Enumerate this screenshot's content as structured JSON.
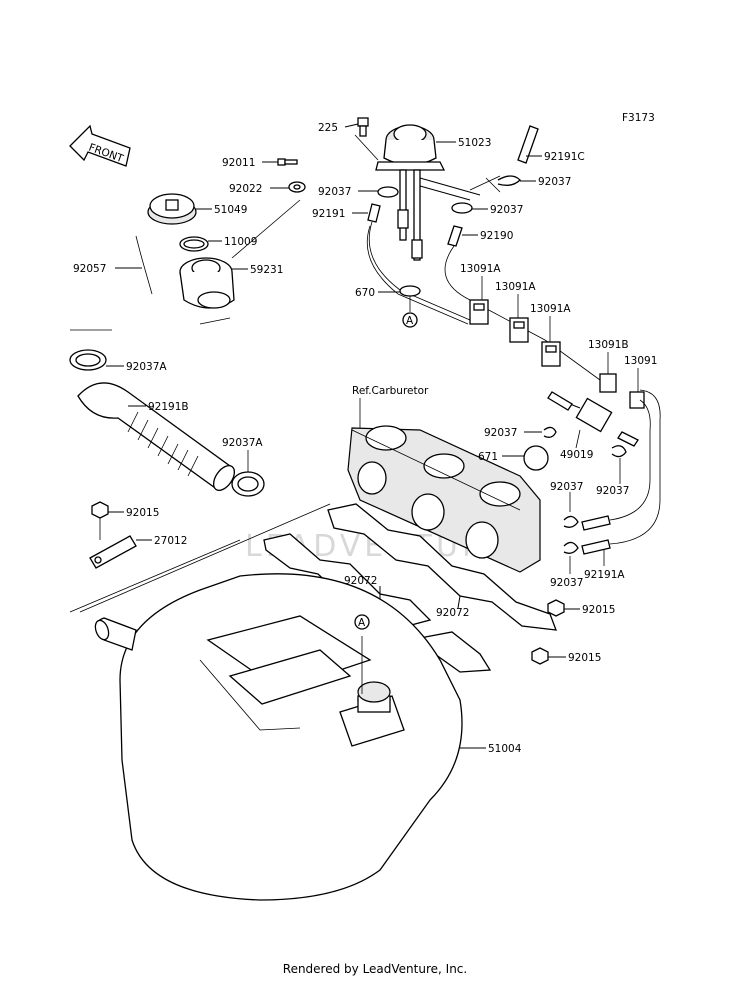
{
  "diagram_id": "F3173",
  "front_label": "FRONT",
  "ref_text": "Ref.Carburetor",
  "watermark": "LEADVENTURE",
  "footer": "Rendered by LeadVenture, Inc.",
  "circle_ref": "A",
  "parts": {
    "p225": "225",
    "p51023": "51023",
    "p92191C": "92191C",
    "p92037_tr": "92037",
    "p92011": "92011",
    "p92022": "92022",
    "p92037_cap": "92037",
    "p92037_mid": "92037",
    "p51049": "51049",
    "p92191_l": "92191",
    "p92190": "92190",
    "p11009": "11009",
    "p13091A_1": "13091A",
    "p92057": "92057",
    "p59231": "59231",
    "p13091A_2": "13091A",
    "p670": "670",
    "p13091A_3": "13091A",
    "p92037A_1": "92037A",
    "p13091B": "13091B",
    "p13091": "13091",
    "p92191B": "92191B",
    "p92037_r1": "92037",
    "p671": "671",
    "p49019": "49019",
    "p92037_r2": "92037",
    "p92037A_2": "92037A",
    "p92037_r3": "92037",
    "p92015_l": "92015",
    "p27012": "27012",
    "p92191A": "92191A",
    "p92037_r4": "92037",
    "p92072_1": "92072",
    "p92072_2": "92072",
    "p92015_r1": "92015",
    "p92015_r2": "92015",
    "p51004": "51004"
  }
}
